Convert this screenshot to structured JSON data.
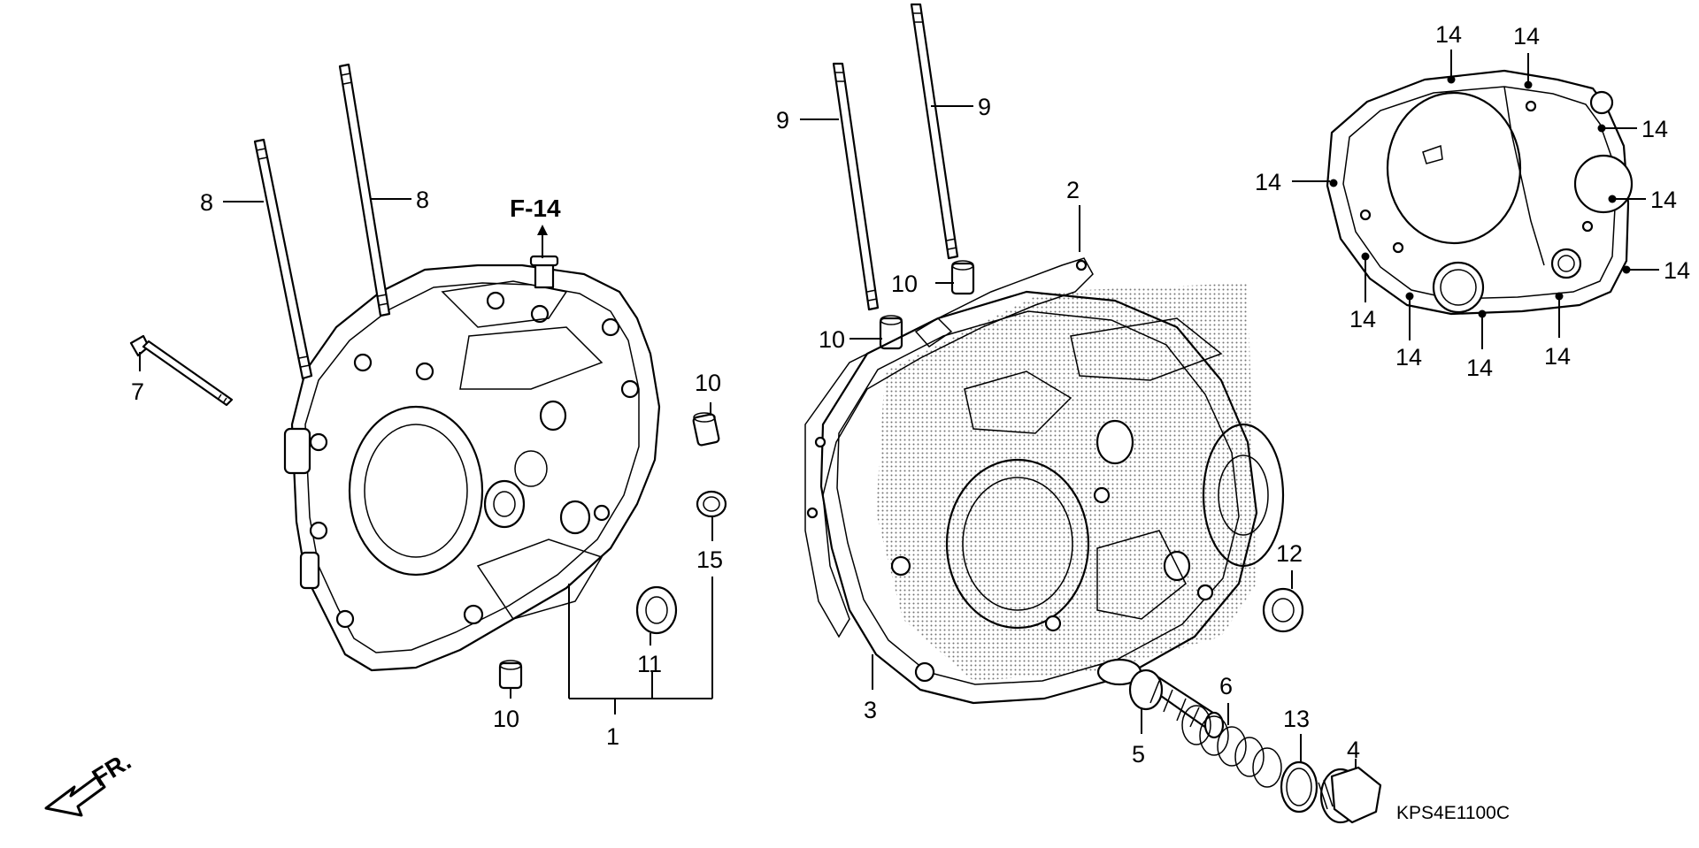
{
  "diagram": {
    "callouts": [
      {
        "id": "c1",
        "label": "1"
      },
      {
        "id": "c2",
        "label": "2"
      },
      {
        "id": "c3",
        "label": "3"
      },
      {
        "id": "c4",
        "label": "4"
      },
      {
        "id": "c5",
        "label": "5"
      },
      {
        "id": "c6",
        "label": "6"
      },
      {
        "id": "c7",
        "label": "7"
      },
      {
        "id": "c8a",
        "label": "8"
      },
      {
        "id": "c8b",
        "label": "8"
      },
      {
        "id": "c9a",
        "label": "9"
      },
      {
        "id": "c9b",
        "label": "9"
      },
      {
        "id": "c10a",
        "label": "10"
      },
      {
        "id": "c10b",
        "label": "10"
      },
      {
        "id": "c10c",
        "label": "10"
      },
      {
        "id": "c10d",
        "label": "10"
      },
      {
        "id": "c11",
        "label": "11"
      },
      {
        "id": "c12",
        "label": "12"
      },
      {
        "id": "c13",
        "label": "13"
      },
      {
        "id": "c14a",
        "label": "14"
      },
      {
        "id": "c14b",
        "label": "14"
      },
      {
        "id": "c14c",
        "label": "14"
      },
      {
        "id": "c14d",
        "label": "14"
      },
      {
        "id": "c14e",
        "label": "14"
      },
      {
        "id": "c14f",
        "label": "14"
      },
      {
        "id": "c14g",
        "label": "14"
      },
      {
        "id": "c14h",
        "label": "14"
      },
      {
        "id": "c14i",
        "label": "14"
      },
      {
        "id": "c14j",
        "label": "14"
      },
      {
        "id": "c15",
        "label": "15"
      }
    ],
    "reference_label": "F-14",
    "front_label": "FR.",
    "drawing_code": "KPS4E1100C"
  }
}
